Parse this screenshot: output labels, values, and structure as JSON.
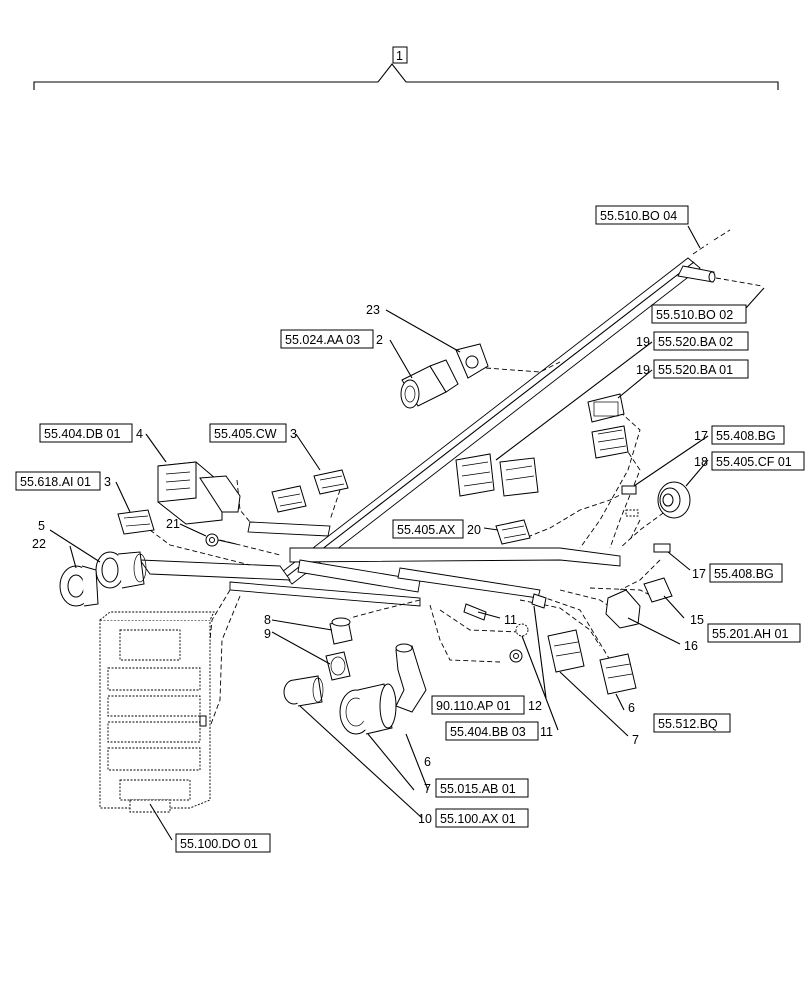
{
  "assembly": {
    "number": "1"
  },
  "items": {
    "i23": "23",
    "i2": "2",
    "i19a": "19",
    "i19b": "19",
    "i4": "4",
    "i3a": "3",
    "i3b": "3",
    "i17a": "17",
    "i18": "18",
    "i5": "5",
    "i22": "22",
    "i21": "21",
    "i20": "20",
    "i17b": "17",
    "i15": "15",
    "i16": "16",
    "i8": "8",
    "i9": "9",
    "i11a": "11",
    "i6a": "6",
    "i6b": "6",
    "i7a": "7",
    "i7b": "7",
    "i12": "12",
    "i11b": "11",
    "i10": "10"
  },
  "refs": {
    "r_510_bo04": "55.510.BO 04",
    "r_510_bo02": "55.510.BO 02",
    "r_024_aa03": "55.024.AA 03",
    "r_520_ba02": "55.520.BA 02",
    "r_520_ba01": "55.520.BA 01",
    "r_404_db01": "55.404.DB 01",
    "r_405_cw": "55.405.CW",
    "r_408_bg_a": "55.408.BG",
    "r_405_cf01": "55.405.CF 01",
    "r_618_ai01": "55.618.AI 01",
    "r_405_ax": "55.405.AX",
    "r_408_bg_b": "55.408.BG",
    "r_201_ah01": "55.201.AH 01",
    "r_512_bq": "55.512.BQ",
    "r_110_ap01": "90.110.AP 01",
    "r_404_bb03": "55.404.BB 03",
    "r_015_ab01": "55.015.AB 01",
    "r_100_ax01": "55.100.AX 01",
    "r_100_do01": "55.100.DO 01"
  }
}
